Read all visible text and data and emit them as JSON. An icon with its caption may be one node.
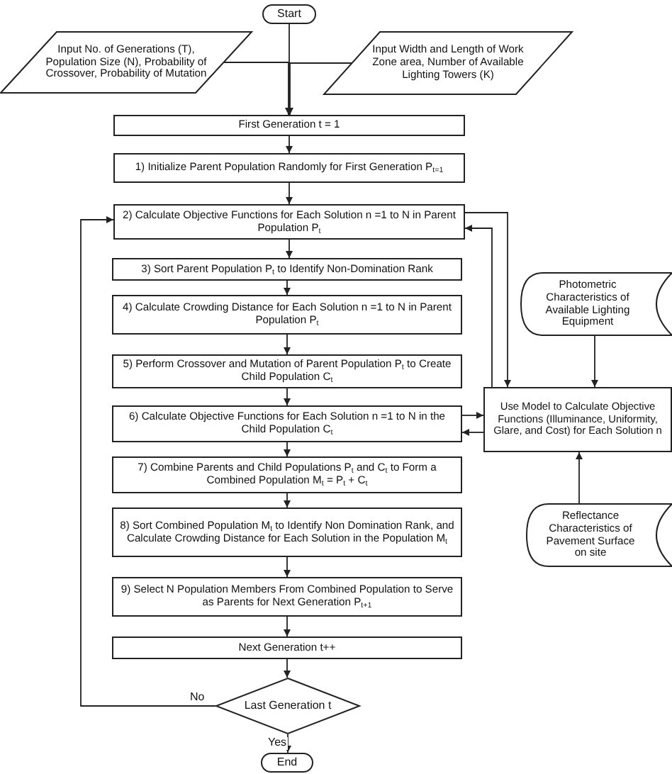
{
  "diagram": {
    "nodes": [
      {
        "text": [
          "Start"
        ]
      },
      {
        "text": [
          "Input No. of Generations (T), Population Size (N), Probability of Crossover, Probability of Mutation"
        ]
      },
      {
        "text": [
          "Input Width and Length of Work Zone area, Number of Available Lighting Towers (K)"
        ]
      },
      {
        "text": [
          "First Generation  t = 1"
        ]
      },
      {
        "text": [
          "1) Initialize Parent Population Randomly for First Generation P$_{t=1}$"
        ]
      },
      {
        "text": [
          "2) Calculate Objective Functions for Each Solution  n =1 to N in Parent Population P$_{t}$"
        ]
      },
      {
        "text": [
          "3) Sort Parent Population P$_{t}$ to Identify Non-Domination Rank"
        ]
      },
      {
        "text": [
          "4) Calculate Crowding Distance for Each Solution n =1 to N in Parent Population P$_{t}$"
        ]
      },
      {
        "text": [
          "5) Perform Crossover and Mutation of Parent Population P$_{t}$ to Create Child Population C$_{t}$"
        ]
      },
      {
        "text": [
          "6) Calculate Objective Functions  for Each Solution n =1 to N in the Child Population  C$_{t}$"
        ]
      },
      {
        "text": [
          "7) Combine Parents and Child Populations P$_{t}$ and C$_{t}$ to Form  a Combined Population M$_{t}$ = P$_{t}$ + C$_{t}$"
        ]
      },
      {
        "text": [
          "8) Sort Combined  Population M$_{t}$ to Identify Non Domination Rank, and Calculate Crowding Distance for Each Solution in the Population M$_{t}$"
        ]
      },
      {
        "text": [
          "9) Select  N Population Members From Combined Population to Serve as Parents for Next Generation P$_{t+1}$"
        ]
      },
      {
        "text": [
          "Next Generation  t++"
        ]
      },
      {
        "text": [
          "Last Generation t"
        ]
      },
      {
        "text": [
          "End"
        ]
      },
      {
        "text": [
          "Photometric Characteristics of Available Lighting Equipment"
        ]
      },
      {
        "text": [
          "Use Model to Calculate Objective Functions (Illuminance, Uniformity, Glare, and Cost) for Each Solution n"
        ]
      },
      {
        "text": [
          "Reflectance Characteristics of Pavement Surface on site"
        ]
      }
    ],
    "edges": [
      {
        "from": 0,
        "to": 3,
        "arrow": "to"
      },
      {
        "from": 1,
        "to": 3,
        "arrow": "to"
      },
      {
        "from": 2,
        "to": 3,
        "arrow": "to"
      },
      {
        "from": 3,
        "to": 4,
        "arrow": "to"
      },
      {
        "from": 4,
        "to": 5,
        "arrow": "to"
      },
      {
        "from": 5,
        "to": 6,
        "arrow": "to"
      },
      {
        "from": 6,
        "to": 7,
        "arrow": "to"
      },
      {
        "from": 7,
        "to": 8,
        "arrow": "to"
      },
      {
        "from": 8,
        "to": 9,
        "arrow": "to"
      },
      {
        "from": 9,
        "to": 10,
        "arrow": "to"
      },
      {
        "from": 10,
        "to": 11,
        "arrow": "to"
      },
      {
        "from": 11,
        "to": 12,
        "arrow": "to"
      },
      {
        "from": 12,
        "to": 13,
        "arrow": "to"
      },
      {
        "from": 13,
        "to": 14,
        "arrow": "to"
      },
      {
        "from": 14,
        "to": 15,
        "arrow": "to",
        "label": "Yes"
      },
      {
        "from": 14,
        "to": 5,
        "arrow": "to",
        "label": "No"
      },
      {
        "from": 5,
        "to": 17,
        "arrow": "to"
      },
      {
        "from": 17,
        "to": 5,
        "arrow": "to"
      },
      {
        "from": 16,
        "to": 17,
        "arrow": "to"
      },
      {
        "from": 9,
        "to": 17,
        "arrow": "to"
      },
      {
        "from": 17,
        "to": 9,
        "arrow": "to"
      },
      {
        "from": 18,
        "to": 17,
        "arrow": "to"
      }
    ]
  }
}
